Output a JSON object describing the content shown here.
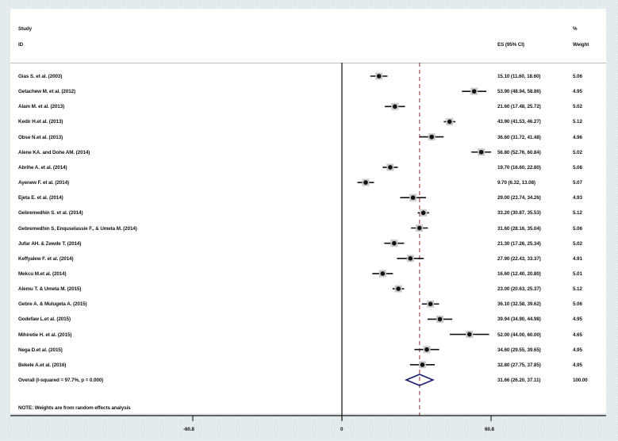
{
  "header": {
    "study_label": "Study",
    "id_label": "ID",
    "es_label": "ES (95% CI)",
    "pct_label": "%",
    "weight_label": "Weight"
  },
  "note": "NOTE: Weights are from random effects analysis",
  "axis": {
    "ticks": [
      "-60.8",
      "0",
      "60.8"
    ]
  },
  "colors": {
    "marker": "#111111",
    "marker_box": "#c8c8c8",
    "diamond": "#1a1a6e",
    "ref_line": "#8b2a2a"
  },
  "chart_data": {
    "type": "forest",
    "title": "",
    "xlabel": "",
    "xlim": [
      -60.8,
      60.8
    ],
    "xticks": [
      -60.8,
      0,
      60.8
    ],
    "null_line": 0,
    "overall_line": 31.66,
    "studies": [
      {
        "id": "Gias S. et al. (2003)",
        "es": 15.1,
        "lo": 11.6,
        "hi": 18.6,
        "es_text": "15.10 (11.60, 18.60)",
        "weight": "5.06"
      },
      {
        "id": "Getachew M. et al. (2012)",
        "es": 53.9,
        "lo": 48.94,
        "hi": 58.86,
        "es_text": "53.90 (48.94, 58.86)",
        "weight": "4.95"
      },
      {
        "id": "Alam M. et al. (2013)",
        "es": 21.6,
        "lo": 17.48,
        "hi": 25.72,
        "es_text": "21.60 (17.48, 25.72)",
        "weight": "5.02"
      },
      {
        "id": "Kedir H.et al. (2013)",
        "es": 43.9,
        "lo": 41.53,
        "hi": 46.27,
        "es_text": "43.90 (41.53, 46.27)",
        "weight": "5.12"
      },
      {
        "id": "Obse N.et al. (2013)",
        "es": 36.6,
        "lo": 31.72,
        "hi": 41.48,
        "es_text": "36.60 (31.72, 41.48)",
        "weight": "4.96"
      },
      {
        "id": "Alene KA. and Dohe AM. (2014)",
        "es": 56.8,
        "lo": 52.76,
        "hi": 60.84,
        "es_text": "56.80 (52.76, 60.84)",
        "weight": "5.02"
      },
      {
        "id": "Abrihe A. et al. (2014)",
        "es": 19.7,
        "lo": 16.6,
        "hi": 22.8,
        "es_text": "19.70 (16.60, 22.80)",
        "weight": "5.08"
      },
      {
        "id": "Ayenew F. et al. (2014)",
        "es": 9.7,
        "lo": 6.32,
        "hi": 13.08,
        "es_text": "9.70 (6.32, 13.08)",
        "weight": "5.07"
      },
      {
        "id": "Ejeta E. et al. (2014)",
        "es": 29.0,
        "lo": 23.74,
        "hi": 34.26,
        "es_text": "29.00 (23.74, 34.26)",
        "weight": "4.93"
      },
      {
        "id": "Gebremedhin S. et al.  (2014)",
        "es": 33.2,
        "lo": 30.87,
        "hi": 35.53,
        "es_text": "33.20 (30.87, 35.53)",
        "weight": "5.12"
      },
      {
        "id": "Gebremedhin S, Enquselassie F., & Umeta M. (2014)",
        "es": 31.6,
        "lo": 28.16,
        "hi": 35.04,
        "es_text": "31.60 (28.16, 35.04)",
        "weight": "5.06"
      },
      {
        "id": "Jufar AH. & Zewde T. (2014)",
        "es": 21.3,
        "lo": 17.26,
        "hi": 25.34,
        "es_text": "21.30 (17.26, 25.34)",
        "weight": "5.02"
      },
      {
        "id": "Keffyalew F. et al. (2014)",
        "es": 27.9,
        "lo": 22.43,
        "hi": 33.37,
        "es_text": "27.90 (22.43, 33.37)",
        "weight": "4.91"
      },
      {
        "id": "Mekcu M.et al. (2014)",
        "es": 16.6,
        "lo": 12.4,
        "hi": 20.8,
        "es_text": "16.60 (12.40, 20.80)",
        "weight": "5.01"
      },
      {
        "id": "Alemu T. & Umeta M. (2015)",
        "es": 23.0,
        "lo": 20.63,
        "hi": 25.37,
        "es_text": "23.00 (20.63, 25.37)",
        "weight": "5.12"
      },
      {
        "id": "Gebre A. & Mulugeta A. (2015)",
        "es": 36.1,
        "lo": 32.58,
        "hi": 39.62,
        "es_text": "36.10 (32.58, 39.62)",
        "weight": "5.06"
      },
      {
        "id": "Godefaw L.et al. (2015)",
        "es": 39.94,
        "lo": 34.9,
        "hi": 44.98,
        "es_text": "39.94 (34.90, 44.98)",
        "weight": "4.95"
      },
      {
        "id": "Mihiretie H. et al. (2015)",
        "es": 52.0,
        "lo": 44.0,
        "hi": 60.0,
        "es_text": "52.00 (44.00, 60.00)",
        "weight": "4.65"
      },
      {
        "id": "Nega D.et al. (2015)",
        "es": 34.6,
        "lo": 29.55,
        "hi": 39.65,
        "es_text": "34.60 (29.55, 39.65)",
        "weight": "4.95"
      },
      {
        "id": "Bekele A.et al. (2016)",
        "es": 32.8,
        "lo": 27.75,
        "hi": 37.85,
        "es_text": "32.80 (27.75, 37.85)",
        "weight": "4.95"
      }
    ],
    "overall": {
      "id": "Overall  (I-squared = 97.7%, p = 0.000)",
      "es": 31.66,
      "lo": 26.2,
      "hi": 37.11,
      "es_text": "31.66 (26.20, 37.11)",
      "weight": "100.00"
    }
  }
}
